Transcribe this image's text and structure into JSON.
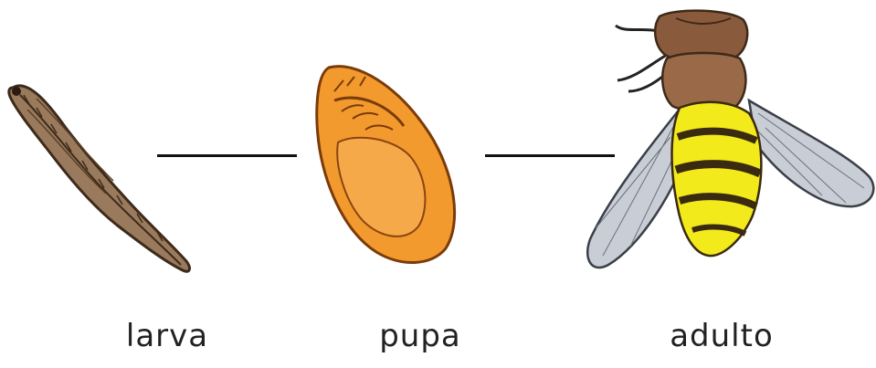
{
  "stages": [
    {
      "id": "larva",
      "label": "larva"
    },
    {
      "id": "pupa",
      "label": "pupa"
    },
    {
      "id": "adult",
      "label": "adulto"
    }
  ],
  "colors": {
    "larva_fill": "#9a7a5c",
    "larva_stroke": "#3d2a1a",
    "pupa_fill": "#f29a2e",
    "pupa_stroke": "#7a3b0a",
    "fly_head": "#8a5a3c",
    "fly_abdomen_yellow": "#f2ea1a",
    "fly_abdomen_stripe": "#3a2a10",
    "wing_fill": "#c9ced6",
    "wing_stroke": "#3a3f48"
  }
}
